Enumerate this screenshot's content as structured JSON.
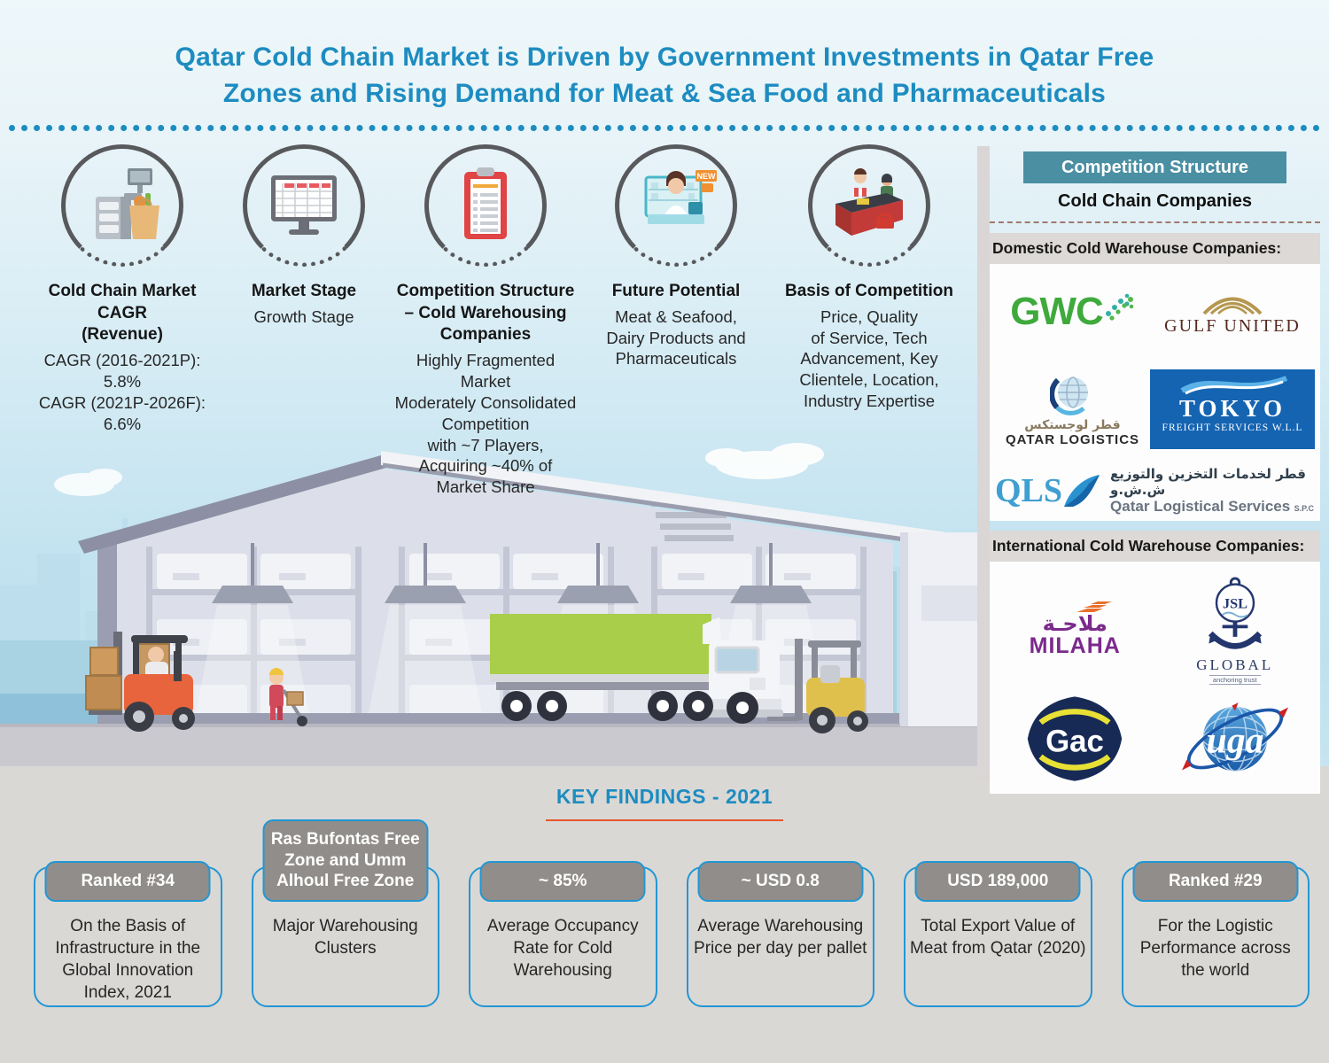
{
  "title_lines": [
    "Qatar Cold Chain Market is Driven by Government Investments in Qatar Free",
    "Zones and Rising Demand for Meat & Sea Food and Pharmaceuticals"
  ],
  "highlights": [
    {
      "heading": [
        "Cold Chain Market",
        "CAGR",
        "(Revenue)"
      ],
      "body": [
        "CAGR (2016-2021P):",
        "5.8%",
        "CAGR (2021P-2026F):",
        "6.6%"
      ],
      "icon": "cash-register-icon"
    },
    {
      "heading": [
        "Market Stage"
      ],
      "body": [
        "Growth Stage"
      ],
      "icon": "monitor-spreadsheet-icon"
    },
    {
      "heading": [
        "Competition Structure",
        "– Cold Warehousing",
        "Companies"
      ],
      "body": [
        "Highly Fragmented",
        "Market",
        "Moderately Consolidated",
        "Competition",
        "with ~7 Players,",
        "Acquiring ~40% of",
        "Market Share"
      ],
      "icon": "clipboard-icon"
    },
    {
      "heading": [
        "Future Potential"
      ],
      "body": [
        "Meat & Seafood,",
        "Dairy Products and",
        "Pharmaceuticals"
      ],
      "icon": "pharmacy-counter-icon"
    },
    {
      "heading": [
        "Basis of Competition"
      ],
      "body": [
        "Price, Quality",
        "of Service, Tech",
        "Advancement,  Key",
        "Clientele, Location,",
        "Industry Expertise"
      ],
      "icon": "checkout-counter-icon"
    }
  ],
  "panel": {
    "header": "Competition Structure",
    "subheader": "Cold Chain Companies",
    "domestic_label": "Domestic Cold Warehouse Companies:",
    "international_label": "International Cold Warehouse Companies:",
    "logos": {
      "gwc": "GWC",
      "gulf_united": "GULF UNITED",
      "qatar_logistics_ar": "قطر لوجستكس",
      "qatar_logistics_en": "QATAR LOGISTICS",
      "tokyo": "TOKYO",
      "tokyo_sub": "FREIGHT SERVICES W.L.L",
      "qls": "QLS",
      "qls_ar": "قطر لخدمات التخزين والتوزيع ش.ش.و",
      "qls_en": "Qatar Logistical Services",
      "qls_suffix": "S.P.C",
      "milaha_ar": "ملاحـة",
      "milaha_en": "MILAHA",
      "jsl": "JSL",
      "jsl_global": "GLOBAL",
      "jsl_tagline": "anchoring trust",
      "gac": "Gac",
      "uga": "uga"
    }
  },
  "icon_labels": {
    "new_badge": "NEW"
  },
  "key_findings": {
    "title": "KEY FINDINGS - 2021",
    "boxes": [
      {
        "header": "Ranked #34",
        "body": "On the Basis of Infrastructure in the Global Innovation Index, 2021"
      },
      {
        "header": "Ras Bufontas Free Zone and Umm Alhoul Free Zone",
        "body": "Major Warehousing Clusters"
      },
      {
        "header": "~ 85%",
        "body": "Average Occupancy Rate for Cold Warehousing"
      },
      {
        "header": "~ USD 0.8",
        "body": "Average Warehousing Price per day per pallet"
      },
      {
        "header": "USD 189,000",
        "body": "Total Export Value of Meat from Qatar (2020)"
      },
      {
        "header": "Ranked #29",
        "body": "For the Logistic Performance across the world"
      }
    ]
  },
  "colors": {
    "accent_blue": "#1d8cc0",
    "teal_header": "#4a8fa2",
    "underline_orange": "#e8552d",
    "finding_gray": "#908d8a",
    "finding_border": "#2297d4"
  }
}
